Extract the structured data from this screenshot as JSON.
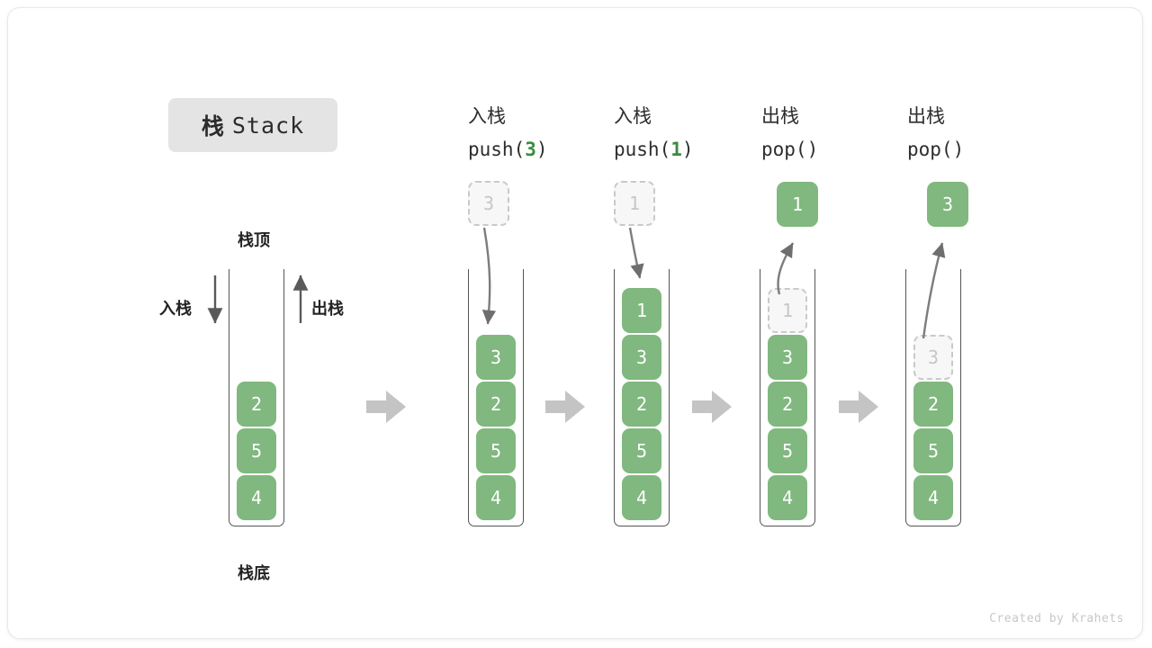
{
  "title": {
    "cn": "栈",
    "en": "Stack"
  },
  "labels": {
    "top": "栈顶",
    "bottom": "栈底",
    "push_side": "入栈",
    "pop_side": "出栈"
  },
  "colors": {
    "cell_green": "#80b87f",
    "accent_green": "#3c8c40",
    "ghost_fill": "#f7f7f7",
    "ghost_border": "#c9c9c9",
    "container_border": "#555555",
    "arrow_gray": "#8c8c8c",
    "badge_bg": "#e4e4e4",
    "text_dark": "#2d2d2d"
  },
  "columns": [
    {
      "id": "initial",
      "head_cn": "",
      "head_code_prefix": "",
      "head_code_value": "",
      "head_code_suffix": "",
      "cells": [
        {
          "value": "2",
          "state": "solid"
        },
        {
          "value": "5",
          "state": "solid"
        },
        {
          "value": "4",
          "state": "solid"
        }
      ],
      "float_cell": null
    },
    {
      "id": "push-3",
      "head_cn": "入栈",
      "head_code_prefix": "push(",
      "head_code_value": "3",
      "head_code_suffix": ")",
      "cells": [
        {
          "value": "3",
          "state": "solid"
        },
        {
          "value": "2",
          "state": "solid"
        },
        {
          "value": "5",
          "state": "solid"
        },
        {
          "value": "4",
          "state": "solid"
        }
      ],
      "float_cell": {
        "value": "3",
        "state": "ghost",
        "direction": "in"
      }
    },
    {
      "id": "push-1",
      "head_cn": "入栈",
      "head_code_prefix": "push(",
      "head_code_value": "1",
      "head_code_suffix": ")",
      "cells": [
        {
          "value": "1",
          "state": "solid"
        },
        {
          "value": "3",
          "state": "solid"
        },
        {
          "value": "2",
          "state": "solid"
        },
        {
          "value": "5",
          "state": "solid"
        },
        {
          "value": "4",
          "state": "solid"
        }
      ],
      "float_cell": {
        "value": "1",
        "state": "ghost",
        "direction": "in"
      }
    },
    {
      "id": "pop-1",
      "head_cn": "出栈",
      "head_code_prefix": "pop(",
      "head_code_value": "",
      "head_code_suffix": ")",
      "cells": [
        {
          "value": "1",
          "state": "ghost"
        },
        {
          "value": "3",
          "state": "solid"
        },
        {
          "value": "2",
          "state": "solid"
        },
        {
          "value": "5",
          "state": "solid"
        },
        {
          "value": "4",
          "state": "solid"
        }
      ],
      "float_cell": {
        "value": "1",
        "state": "solid",
        "direction": "out"
      }
    },
    {
      "id": "pop-2",
      "head_cn": "出栈",
      "head_code_prefix": "pop(",
      "head_code_value": "",
      "head_code_suffix": ")",
      "cells": [
        {
          "value": "3",
          "state": "ghost"
        },
        {
          "value": "2",
          "state": "solid"
        },
        {
          "value": "5",
          "state": "solid"
        },
        {
          "value": "4",
          "state": "solid"
        }
      ],
      "float_cell": {
        "value": "3",
        "state": "solid",
        "direction": "out"
      }
    }
  ],
  "watermark": "Created by Krahets"
}
